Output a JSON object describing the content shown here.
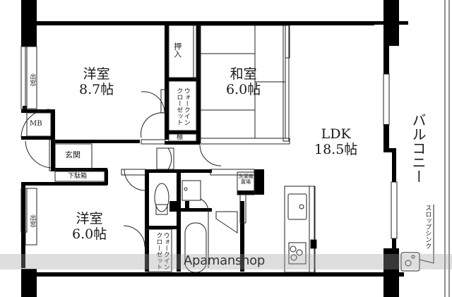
{
  "floor_plan": {
    "rooms": {
      "western_room_1": {
        "name": "洋室",
        "size": "8.7帖"
      },
      "japanese_room": {
        "name": "和室",
        "size": "6.0帖"
      },
      "ldk": {
        "name": "LDK",
        "size": "18.5帖"
      },
      "western_room_2": {
        "name": "洋室",
        "size": "6.0帖"
      },
      "balcony": {
        "name": "バルコニー"
      }
    },
    "labels": {
      "closet_oshiire": "押入",
      "walk_in_closet_1": "ウォークインクローゼット",
      "walk_in_closet_2": "ウォークインクローゼット",
      "shelf": "棚",
      "mb": "MB",
      "entrance": "玄関",
      "shoe_box": "下駄箱",
      "bay_window_1": "出窓",
      "bay_window_2": "出窓",
      "washer_space": "洗濯機置場",
      "slop_sink": "スロップシンク"
    },
    "watermark": "Apamanshop",
    "colors": {
      "wall": "#000000",
      "line": "#222222",
      "background": "#ffffff"
    }
  }
}
